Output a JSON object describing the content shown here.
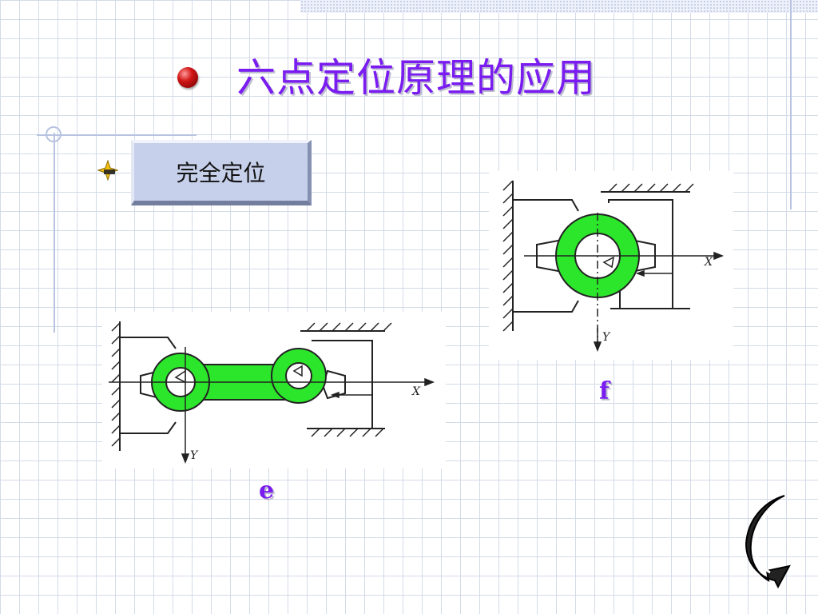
{
  "slide": {
    "title": "六点定位原理的应用",
    "button_label": "完全定位"
  },
  "figures": {
    "e": {
      "label": "e",
      "axis_x": "X",
      "axis_y": "Y"
    },
    "f": {
      "label": "f",
      "axis_x": "X",
      "axis_y": "Y"
    }
  },
  "colors": {
    "title": "#7a1cf0",
    "part_fill": "#2ce62c",
    "bullet": "#d11515"
  },
  "icons": [
    "bullet-ball-icon",
    "arrow-bullet-icon",
    "back-arrow-icon"
  ]
}
